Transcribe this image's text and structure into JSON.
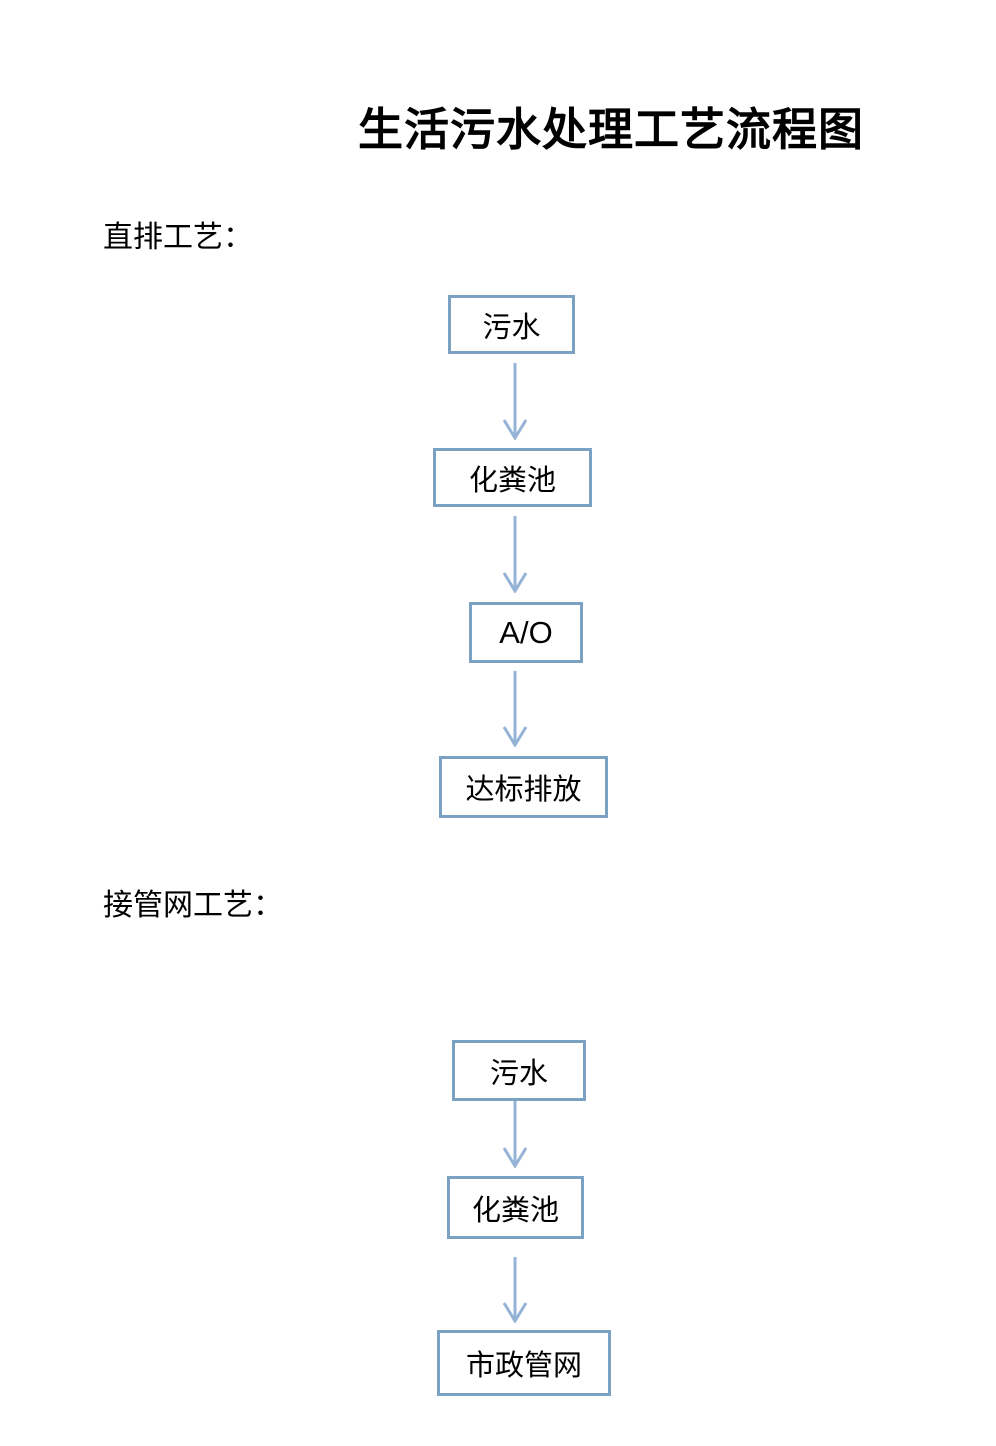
{
  "title": "生活污水处理工艺流程图",
  "colors": {
    "box_border": "#7BA2C3",
    "arrow": "#95B3D7",
    "text": "#000000",
    "page_bg": "#FFFFFF"
  },
  "sections": [
    {
      "label": "直排工艺：",
      "steps": [
        {
          "label": "污水"
        },
        {
          "label": "化粪池"
        },
        {
          "label": "A/O"
        },
        {
          "label": "达标排放"
        }
      ]
    },
    {
      "label": "接管网工艺：",
      "steps": [
        {
          "label": "污水"
        },
        {
          "label": "化粪池"
        },
        {
          "label": "市政管网"
        }
      ]
    }
  ]
}
